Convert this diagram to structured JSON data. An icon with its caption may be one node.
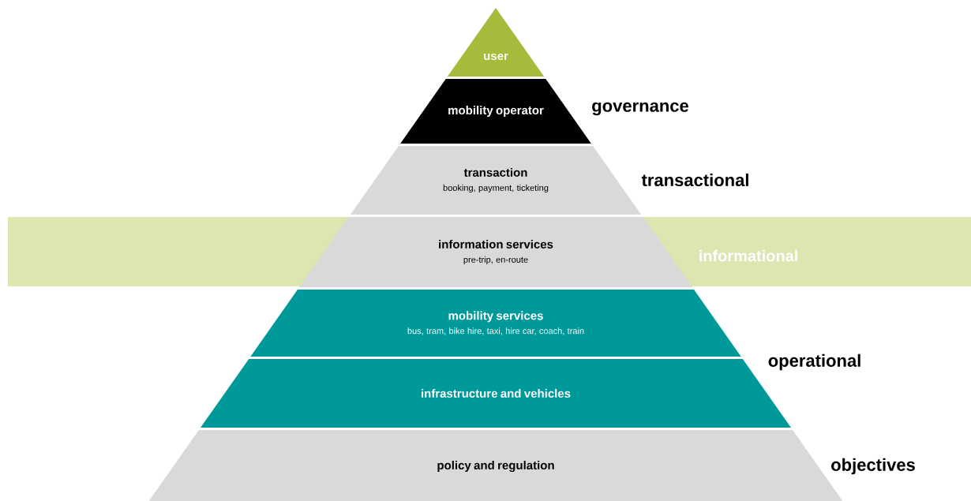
{
  "diagram": {
    "nodes": [
      {
        "text": [
          "informational"
        ]
      },
      {
        "text": [
          "user"
        ]
      },
      {
        "text": [
          "mobility operator"
        ]
      },
      {
        "text": [
          "transaction",
          "booking, payment, ticketing"
        ]
      },
      {
        "text": [
          "information services",
          "pre-trip, en-route"
        ],
        "in": 0
      },
      {
        "text": [
          "mobility services",
          "bus, tram, bike hire, taxi, hire car, coach, train"
        ]
      },
      {
        "text": [
          "infrastructure and vehicles"
        ]
      },
      {
        "text": [
          "policy and regulation"
        ]
      }
    ],
    "labels": [
      "governance",
      "transactional",
      "operational",
      "objectives"
    ]
  }
}
